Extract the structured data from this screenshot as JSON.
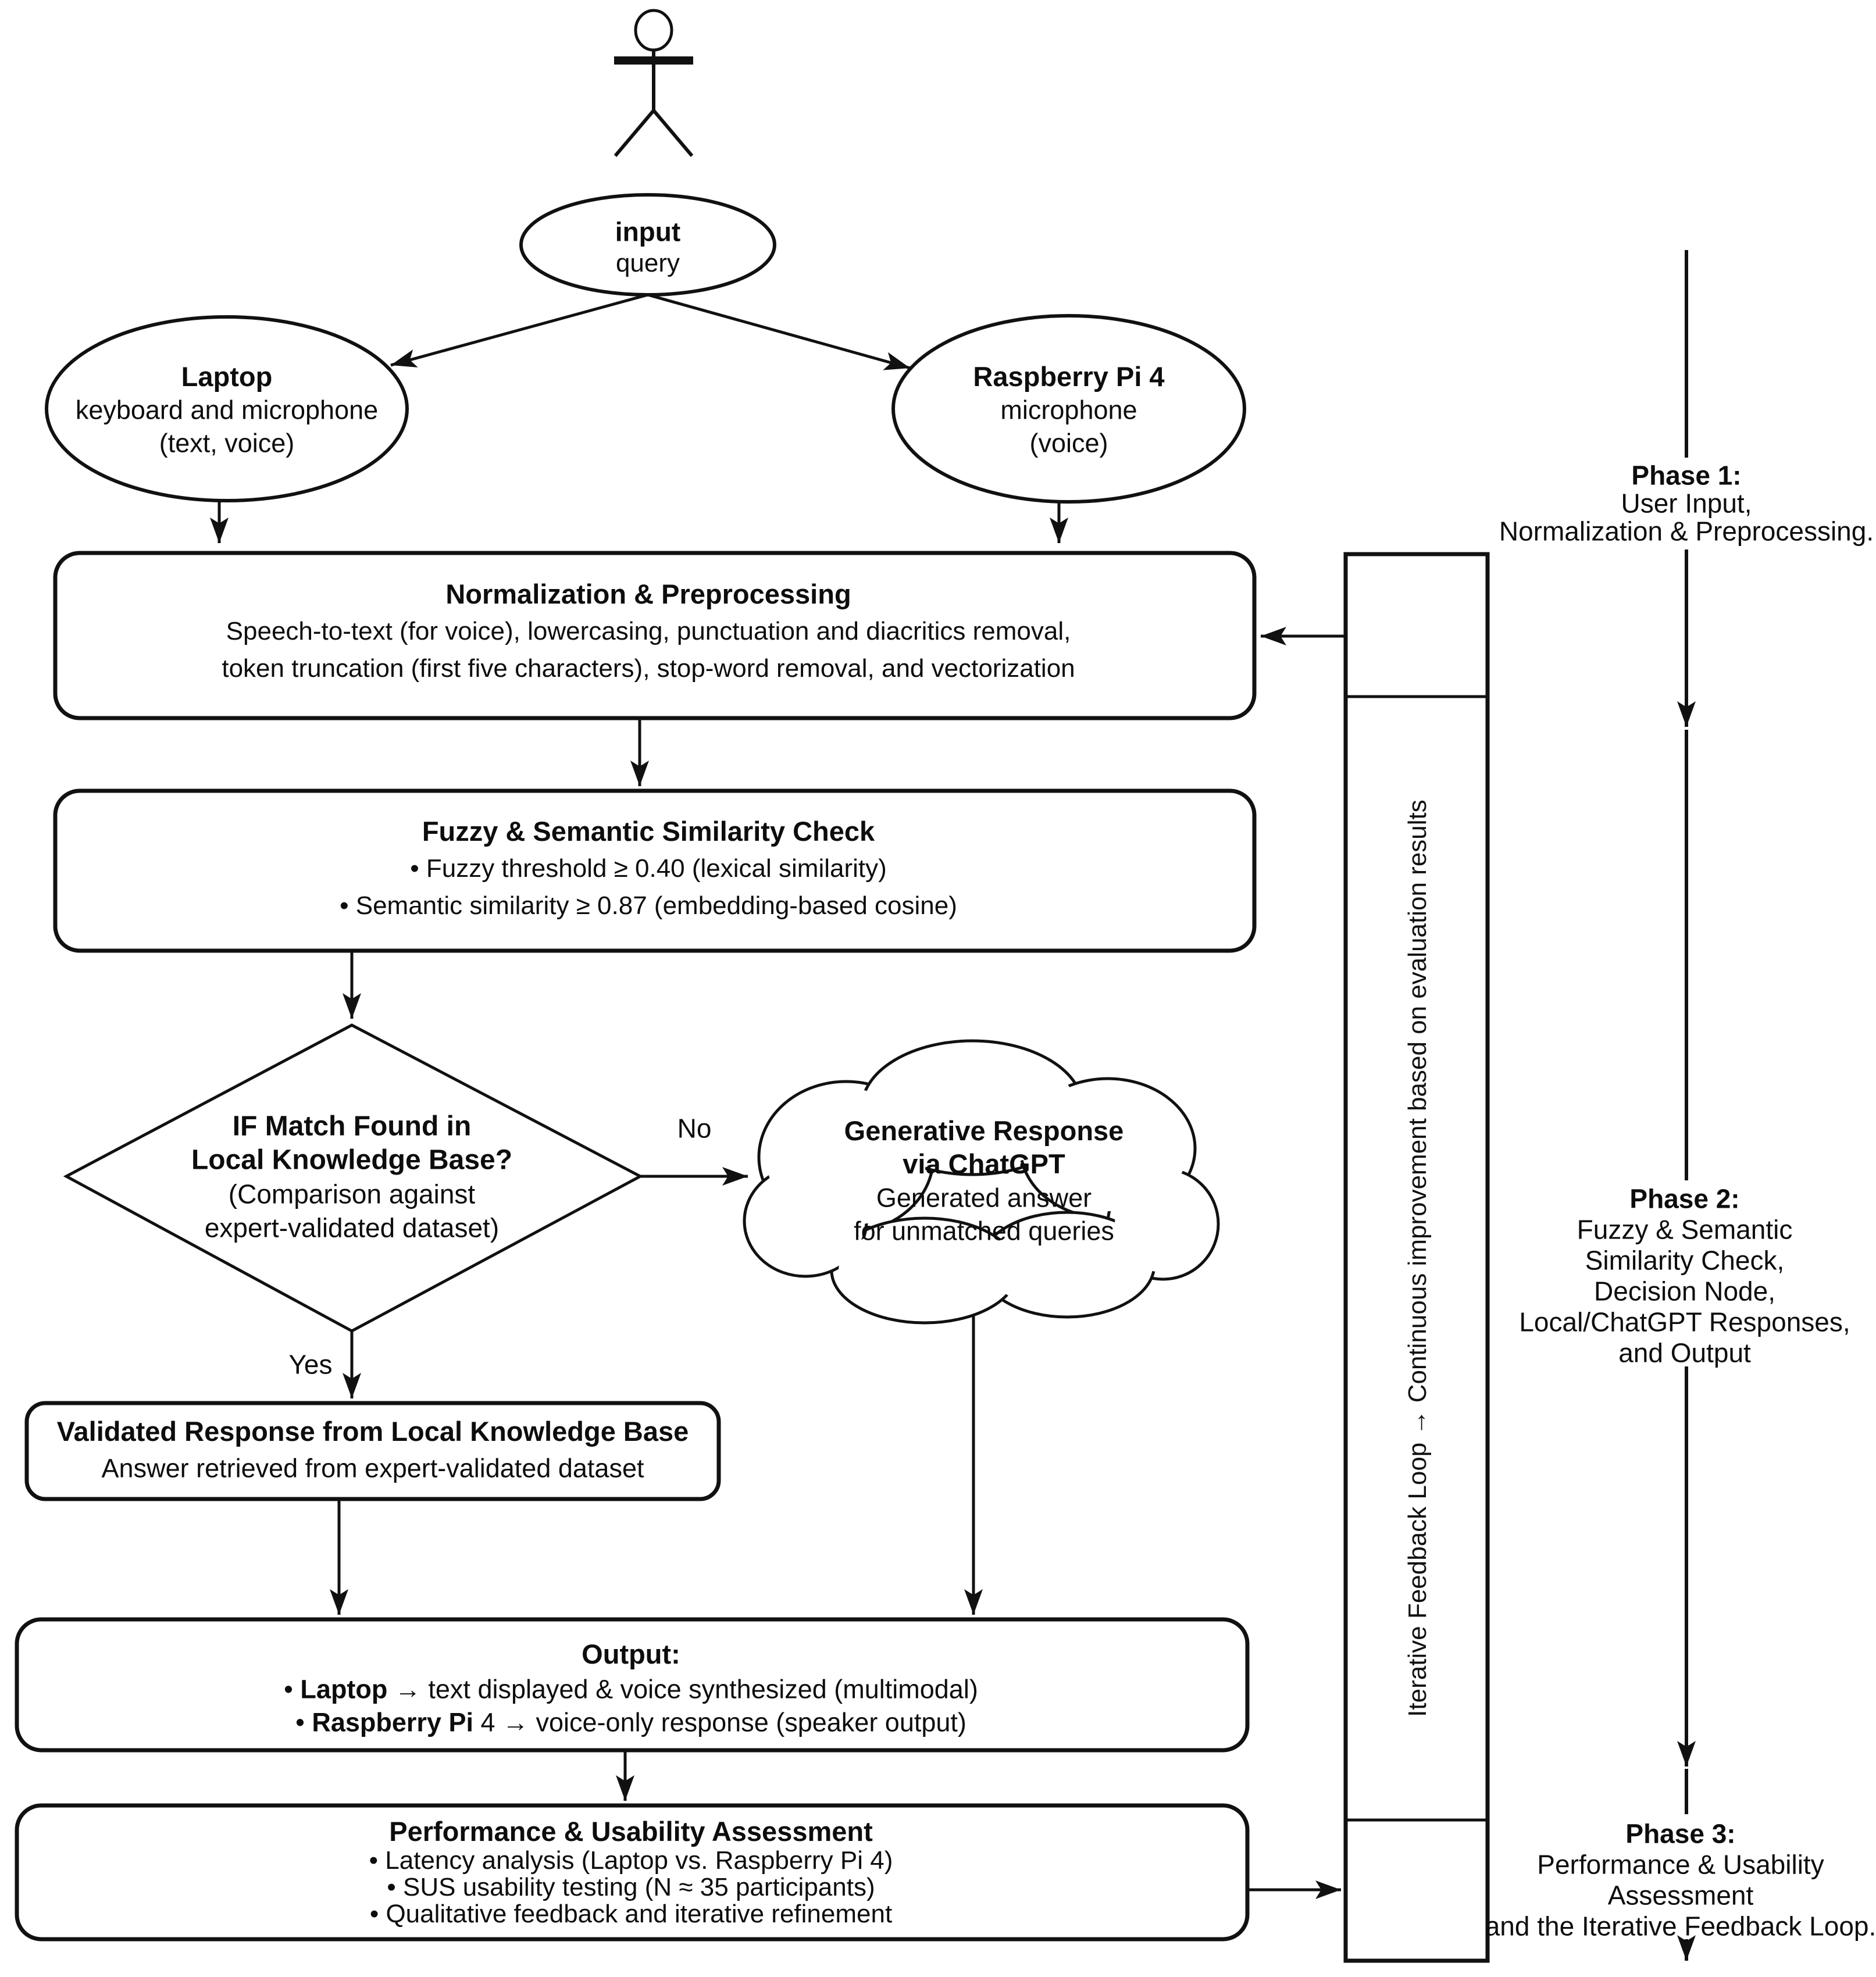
{
  "diagram": {
    "colors": {
      "stroke": "#111111",
      "background": "#ffffff"
    },
    "actor": {
      "icon": "stick-figure"
    },
    "input_ellipse": {
      "line1": "input",
      "line2": "query"
    },
    "laptop_ellipse": {
      "line1": "Laptop",
      "line2": "keyboard and microphone",
      "line3": "(text, voice)"
    },
    "raspberry_ellipse": {
      "line1": "Raspberry Pi 4",
      "line2": "microphone",
      "line3": "(voice)"
    },
    "normalization_box": {
      "title": "Normalization & Preprocessing",
      "line1": "Speech-to-text (for voice), lowercasing, punctuation and diacritics removal,",
      "line2": "token truncation (first five characters), stop-word removal, and vectorization"
    },
    "fuzzy_box": {
      "title": "Fuzzy & Semantic Similarity Check",
      "bullet1": "• Fuzzy threshold ≥ 0.40 (lexical similarity)",
      "bullet2": "• Semantic similarity ≥ 0.87 (embedding-based cosine)"
    },
    "decision_diamond": {
      "line1": "IF Match Found in",
      "line2": "Local Knowledge Base?",
      "line3": "(Comparison against",
      "line4": "expert-validated dataset)"
    },
    "no_label": "No",
    "yes_label": "Yes",
    "chatgpt_cloud": {
      "line1": "Generative Response",
      "line2": "via ChatGPT",
      "line3": "Generated answer",
      "line4": "for unmatched queries"
    },
    "validated_box": {
      "title": "Validated Response from Local Knowledge Base",
      "subtitle": "Answer retrieved from expert-validated dataset"
    },
    "output_box": {
      "title": "Output:",
      "b1_pre": "• ",
      "b1_bold": "Laptop",
      "b1_rest": " → text displayed & voice synthesized (multimodal)",
      "b2_pre": "• ",
      "b2_bold": "Raspberry Pi",
      "b2_rest": " 4 → voice-only response (speaker output)"
    },
    "performance_box": {
      "title": "Performance & Usability Assessment",
      "bullet1": "• Latency analysis (Laptop vs. Raspberry Pi 4)",
      "bullet2": "• SUS usability testing (N ≈ 35 participants)",
      "bullet3": "• Qualitative feedback and iterative refinement"
    },
    "feedback_bar": {
      "text": "Iterative Feedback Loop → Continuous improvement based on evaluation results"
    },
    "phase1": {
      "title": "Phase 1:",
      "line1": "User Input,",
      "line2": "Normalization & Preprocessing."
    },
    "phase2": {
      "title": "Phase 2:",
      "line1": "Fuzzy & Semantic",
      "line2": "Similarity Check,",
      "line3": "Decision Node,",
      "line4": "Local/ChatGPT Responses,",
      "line5": "and Output"
    },
    "phase3": {
      "title": "Phase 3:",
      "line1": "Performance & Usability",
      "line2": "Assessment",
      "line3": "and the Iterative Feedback Loop."
    }
  }
}
